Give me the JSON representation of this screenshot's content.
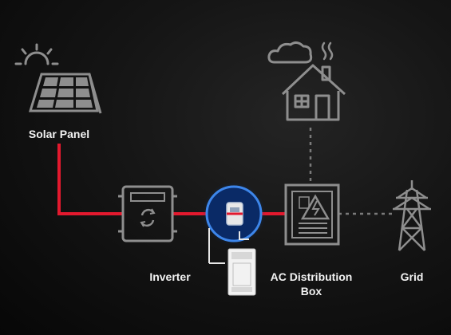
{
  "diagram": {
    "labels": {
      "solar_panel": "Solar Panel",
      "inverter": "Inverter",
      "ac_distribution_line1": "AC Distribution",
      "ac_distribution_line2": "Box",
      "grid": "Grid"
    },
    "colors": {
      "background": "#111111",
      "icon_stroke": "#8e8e8e",
      "power_line": "#e3192e",
      "neutral_line": "#7a7a7a",
      "meter_glow": "#1e6fd9",
      "label_text": "#f2f2f2"
    },
    "icons": [
      "sun-icon",
      "solar-panel-icon",
      "cloud-icon",
      "steam-icon",
      "house-icon",
      "inverter-icon",
      "energy-meter-icon",
      "smart-switch-icon",
      "distribution-box-icon",
      "transmission-tower-icon"
    ]
  }
}
